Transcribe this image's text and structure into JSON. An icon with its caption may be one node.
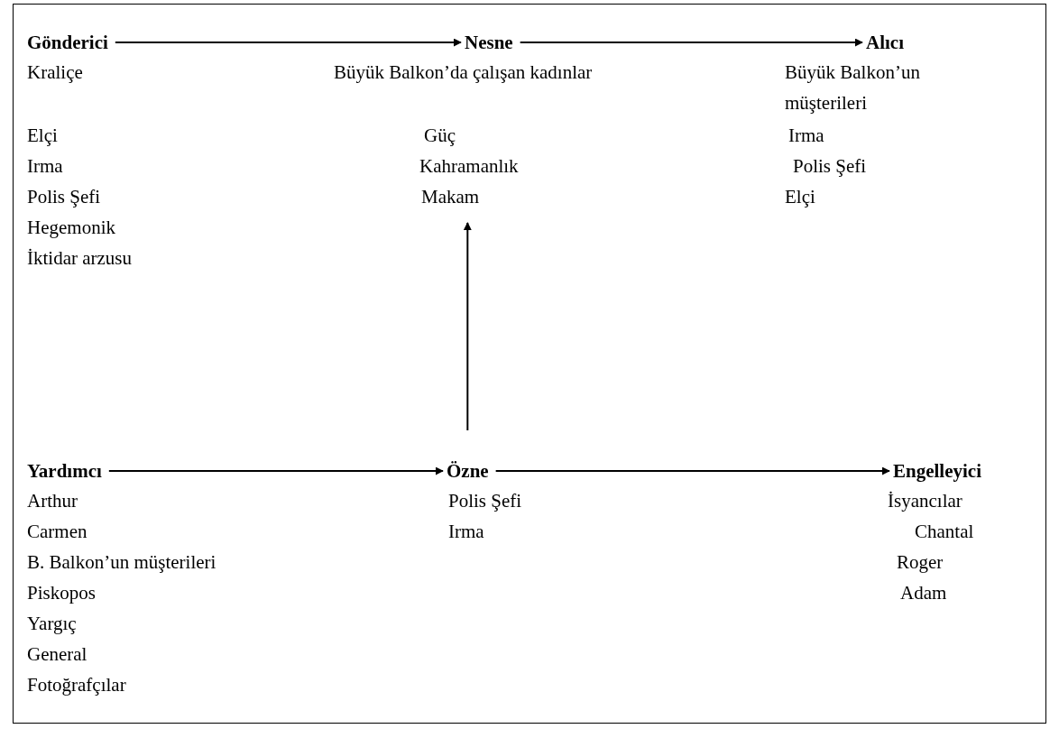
{
  "diagram": {
    "nodes": [
      {
        "text": [
          "Gönderici"
        ],
        "beside": [
          "Kraliçe",
          "Elçi",
          "Irma",
          "Polis Şefi",
          "Hegemonik",
          "İktidar arzusu"
        ]
      },
      {
        "text": [
          "Nesne"
        ],
        "beside": [
          "Büyük Balkon’da çalışan kadınlar",
          "Güç",
          "Kahramanlık",
          "Makam"
        ]
      },
      {
        "text": [
          "Alıcı"
        ],
        "beside": [
          "Büyük Balkon’un müşterileri",
          "Irma",
          "Polis Şefi",
          "Elçi"
        ]
      },
      {
        "text": [
          "Yardımcı"
        ],
        "beside": [
          "Arthur",
          "Carmen",
          "B. Balkon’un müşterileri",
          "Piskopos",
          "Yargıç",
          "General",
          "Fotoğrafçılar"
        ]
      },
      {
        "text": [
          "Özne"
        ],
        "beside": [
          "Polis Şefi",
          "Irma"
        ]
      },
      {
        "text": [
          "Engelleyici"
        ],
        "beside": [
          "İsyancılar",
          "Chantal",
          "Roger",
          "Adam"
        ]
      }
    ],
    "edges": [
      {
        "from": 0,
        "to": 1,
        "arrow": "to"
      },
      {
        "from": 1,
        "to": 2,
        "arrow": "to"
      },
      {
        "from": 3,
        "to": 4,
        "arrow": "to"
      },
      {
        "from": 4,
        "to": 5,
        "arrow": "to"
      },
      {
        "from": 4,
        "to": 1,
        "arrow": "to"
      }
    ]
  }
}
